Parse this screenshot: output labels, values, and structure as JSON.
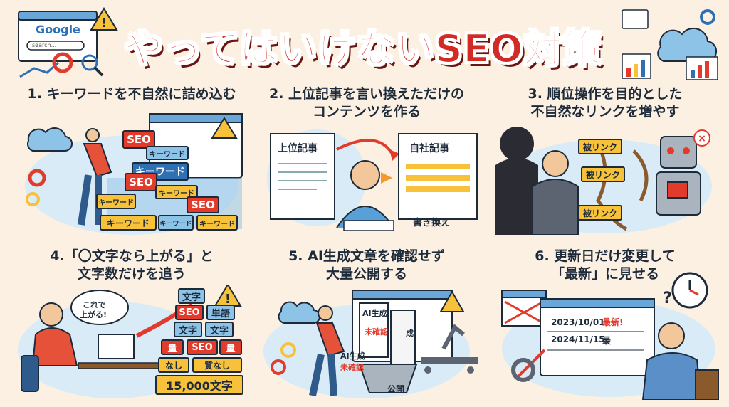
{
  "title": "やってはいけないSEO対策",
  "header_left": {
    "browser_brand": "Google",
    "search_placeholder": "search..."
  },
  "cards": [
    {
      "heading": "1. キーワードを不自然に詰め込む",
      "tags": {
        "seo": "SEO",
        "keyword": "キーワード"
      }
    },
    {
      "heading_line1": "2. 上位記事を言い換えただけの",
      "heading_line2": "コンテンツを作る",
      "source_doc": "上位記事",
      "own_doc": "自社記事",
      "caption": "書き換え"
    },
    {
      "heading_line1": "3. 順位操作を目的とした",
      "heading_line2": "不自然なリンクを増やす",
      "link_tag": "被リンク"
    },
    {
      "heading_line1": "4.「〇文字なら上がる」と",
      "heading_line2": "文字数だけを追う",
      "speech_line1": "これで",
      "speech_line2": "上がる!",
      "word_tags": [
        "文字",
        "SEO",
        "単語",
        "文字",
        "文字",
        "量",
        "SEO",
        "量",
        "なし",
        "質なし"
      ],
      "count_badge": "15,000文字"
    },
    {
      "heading_line1": "5. AI生成文章を確認せず",
      "heading_line2": "大量公開する",
      "doc_label": "AI生成",
      "stamp": "未確認",
      "partial_label": "成",
      "publish_label": "公開"
    },
    {
      "heading_line1": "6. 更新日だけ変更して",
      "heading_line2": "「最新」に見せる",
      "date_new": "2023/10/01",
      "new_label": "最新!",
      "date_old": "2024/11/15",
      "new_label_partial": "最"
    }
  ],
  "colors": {
    "title_red": "#d42a25",
    "accent_red": "#e23b2c",
    "accent_yellow": "#f7c23a",
    "accent_blue": "#2f6fb3",
    "background": "#fbf0e2"
  }
}
